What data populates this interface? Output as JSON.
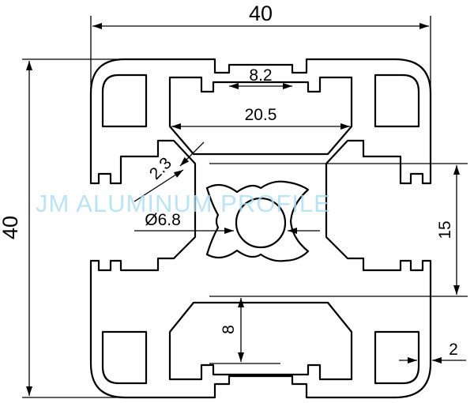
{
  "watermark": "JM ALUMINUM PROFILE",
  "dimensions": {
    "overall_width": "40",
    "overall_height": "40",
    "slot_opening": "8.2",
    "slot_inner_width": "20.5",
    "wall_thickness": "2.3",
    "center_bore": "Ø6.8",
    "slot_offset": "15",
    "slot_depth": "8",
    "outer_wall": "2"
  },
  "colors": {
    "line": "#000000",
    "watermark": "#a9ddf2",
    "background": "#ffffff"
  }
}
